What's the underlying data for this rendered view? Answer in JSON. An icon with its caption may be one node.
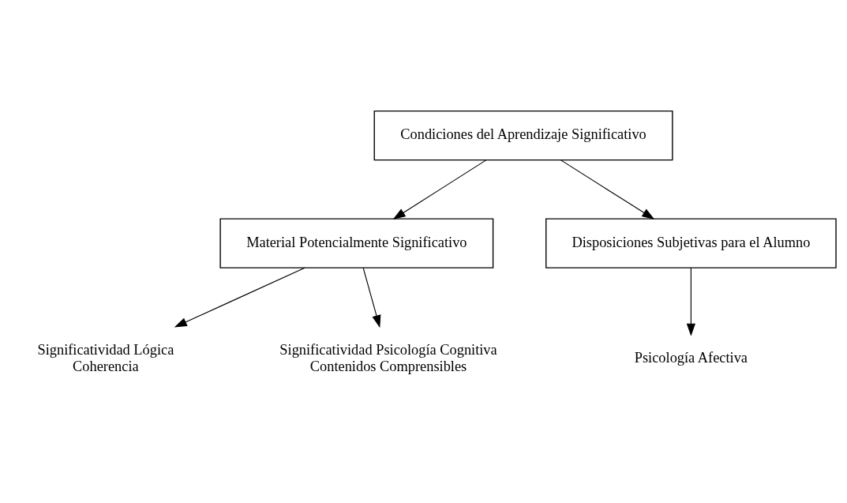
{
  "diagram": {
    "nodes": [
      {
        "text": [
          "Condiciones del Aprendizaje Significativo"
        ]
      },
      {
        "text": [
          "Material Potencialmente Significativo"
        ]
      },
      {
        "text": [
          "Disposiciones Subjetivas para el Alumno"
        ]
      },
      {
        "text": [
          "Significatividad Lógica",
          "Coherencia"
        ]
      },
      {
        "text": [
          "Significatividad Psicología Cognitiva",
          "Contenidos Comprensibles"
        ]
      },
      {
        "text": [
          "Psicología Afectiva"
        ]
      }
    ],
    "edges": [
      {
        "from": 0,
        "to": 1,
        "arrow": "to"
      },
      {
        "from": 0,
        "to": 2,
        "arrow": "to"
      },
      {
        "from": 1,
        "to": 3,
        "arrow": "to"
      },
      {
        "from": 1,
        "to": 4,
        "arrow": "to"
      },
      {
        "from": 2,
        "to": 5,
        "arrow": "to"
      }
    ]
  }
}
